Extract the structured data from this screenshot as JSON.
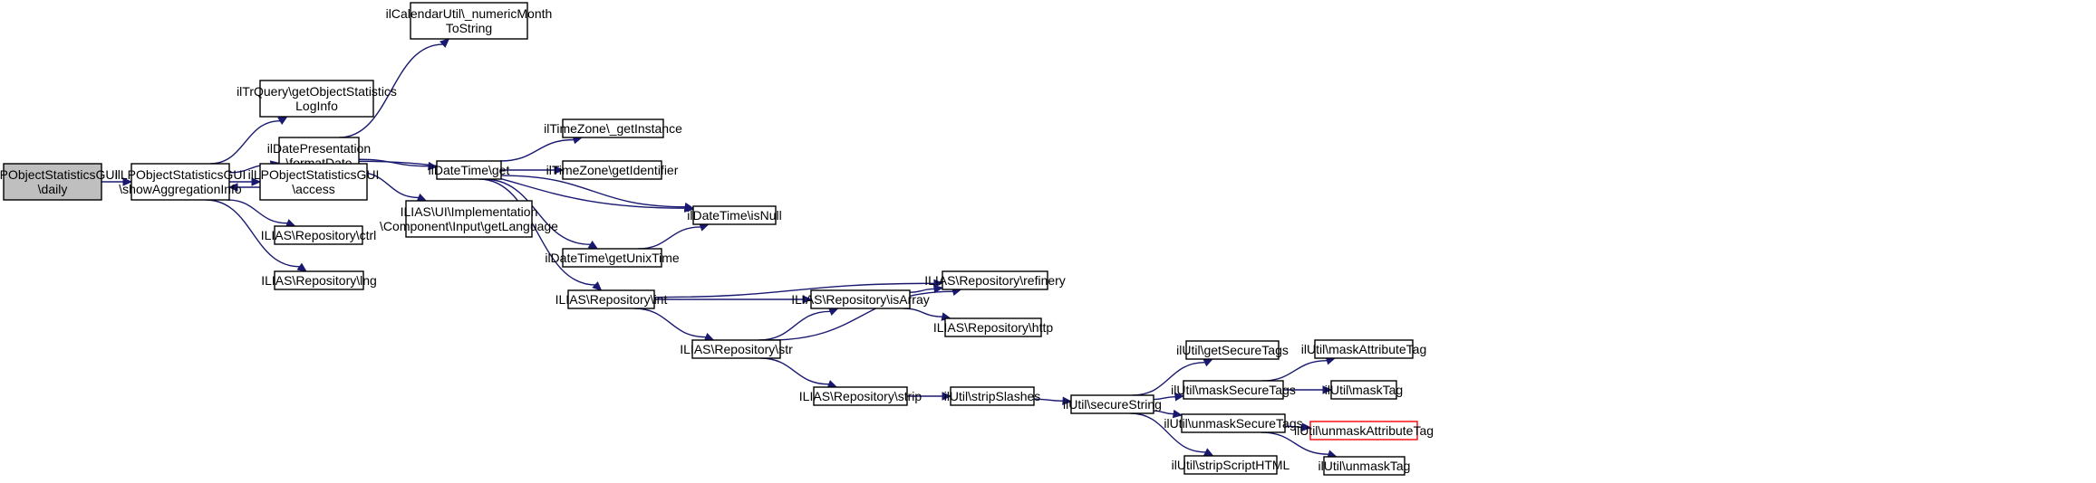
{
  "colors": {
    "edge": "#191970",
    "root_fill": "#bfbfbf",
    "truncated_border": "#ff0000"
  },
  "nodes": [
    {
      "id": "daily",
      "lines": [
        "ilLPObjectStatisticsGUI",
        "\\daily"
      ],
      "root": true
    },
    {
      "id": "showAgg",
      "lines": [
        "ilLPObjectStatisticsGUI",
        "\\showAggregationInfo"
      ]
    },
    {
      "id": "trquery",
      "lines": [
        "ilTrQuery\\getObjectStatistics",
        "LogInfo"
      ]
    },
    {
      "id": "formatDate",
      "lines": [
        "ilDatePresentation",
        "\\formatDate"
      ]
    },
    {
      "id": "access",
      "lines": [
        "ilLPObjectStatisticsGUI",
        "\\access"
      ]
    },
    {
      "id": "ctrl",
      "lines": [
        "ILIAS\\Repository\\ctrl"
      ]
    },
    {
      "id": "lng",
      "lines": [
        "ILIAS\\Repository\\lng"
      ]
    },
    {
      "id": "calendar",
      "lines": [
        "ilCalendarUtil\\_numericMonth",
        "ToString"
      ]
    },
    {
      "id": "getLanguage",
      "lines": [
        "ILIAS\\UI\\Implementation",
        "\\Component\\Input\\getLanguage"
      ]
    },
    {
      "id": "dtget",
      "lines": [
        "ilDateTime\\get"
      ]
    },
    {
      "id": "tzInstance",
      "lines": [
        "ilTimeZone\\_getInstance"
      ]
    },
    {
      "id": "tzIdent",
      "lines": [
        "ilTimeZone\\getIdentifier"
      ]
    },
    {
      "id": "isNull",
      "lines": [
        "ilDateTime\\isNull"
      ]
    },
    {
      "id": "unixTime",
      "lines": [
        "ilDateTime\\getUnixTime"
      ]
    },
    {
      "id": "repoInt",
      "lines": [
        "ILIAS\\Repository\\int"
      ]
    },
    {
      "id": "refinery",
      "lines": [
        "ILIAS\\Repository\\refinery"
      ]
    },
    {
      "id": "isArray",
      "lines": [
        "ILIAS\\Repository\\isArray"
      ]
    },
    {
      "id": "http",
      "lines": [
        "ILIAS\\Repository\\http"
      ]
    },
    {
      "id": "repoStr",
      "lines": [
        "ILIAS\\Repository\\str"
      ]
    },
    {
      "id": "strip",
      "lines": [
        "ILIAS\\Repository\\strip"
      ]
    },
    {
      "id": "stripSlashes",
      "lines": [
        "ilUtil\\stripSlashes"
      ]
    },
    {
      "id": "secureString",
      "lines": [
        "ilUtil\\secureString"
      ]
    },
    {
      "id": "getSecureTags",
      "lines": [
        "ilUtil\\getSecureTags"
      ]
    },
    {
      "id": "maskSecureTags",
      "lines": [
        "ilUtil\\maskSecureTags"
      ]
    },
    {
      "id": "unmaskSecureTags",
      "lines": [
        "ilUtil\\unmaskSecureTags"
      ]
    },
    {
      "id": "stripScript",
      "lines": [
        "ilUtil\\stripScriptHTML"
      ]
    },
    {
      "id": "maskAttr",
      "lines": [
        "ilUtil\\maskAttributeTag"
      ]
    },
    {
      "id": "maskTag",
      "lines": [
        "ilUtil\\maskTag"
      ]
    },
    {
      "id": "unmaskAttr",
      "lines": [
        "ilUtil\\unmaskAttributeTag"
      ],
      "truncated": true
    },
    {
      "id": "unmaskTag",
      "lines": [
        "ilUtil\\unmaskTag"
      ]
    }
  ],
  "edges": [
    [
      "daily",
      "showAgg"
    ],
    [
      "showAgg",
      "trquery"
    ],
    [
      "showAgg",
      "formatDate"
    ],
    [
      "showAgg",
      "access"
    ],
    [
      "showAgg",
      "ctrl"
    ],
    [
      "showAgg",
      "lng"
    ],
    [
      "access",
      "showAgg"
    ],
    [
      "formatDate",
      "calendar"
    ],
    [
      "formatDate",
      "isNull"
    ],
    [
      "formatDate",
      "dtget"
    ],
    [
      "formatDate",
      "getLanguage"
    ],
    [
      "dtget",
      "tzInstance"
    ],
    [
      "dtget",
      "tzIdent"
    ],
    [
      "dtget",
      "isNull"
    ],
    [
      "dtget",
      "unixTime"
    ],
    [
      "dtget",
      "repoInt"
    ],
    [
      "unixTime",
      "isNull"
    ],
    [
      "repoInt",
      "refinery"
    ],
    [
      "repoInt",
      "isArray"
    ],
    [
      "repoInt",
      "repoStr"
    ],
    [
      "isArray",
      "refinery"
    ],
    [
      "isArray",
      "http"
    ],
    [
      "repoStr",
      "isArray"
    ],
    [
      "repoStr",
      "refinery"
    ],
    [
      "repoStr",
      "strip"
    ],
    [
      "strip",
      "stripSlashes"
    ],
    [
      "stripSlashes",
      "secureString"
    ],
    [
      "secureString",
      "getSecureTags"
    ],
    [
      "secureString",
      "maskSecureTags"
    ],
    [
      "secureString",
      "unmaskSecureTags"
    ],
    [
      "secureString",
      "stripScript"
    ],
    [
      "maskSecureTags",
      "maskAttr"
    ],
    [
      "maskSecureTags",
      "maskTag"
    ],
    [
      "unmaskSecureTags",
      "unmaskAttr"
    ],
    [
      "unmaskSecureTags",
      "unmaskTag"
    ]
  ]
}
